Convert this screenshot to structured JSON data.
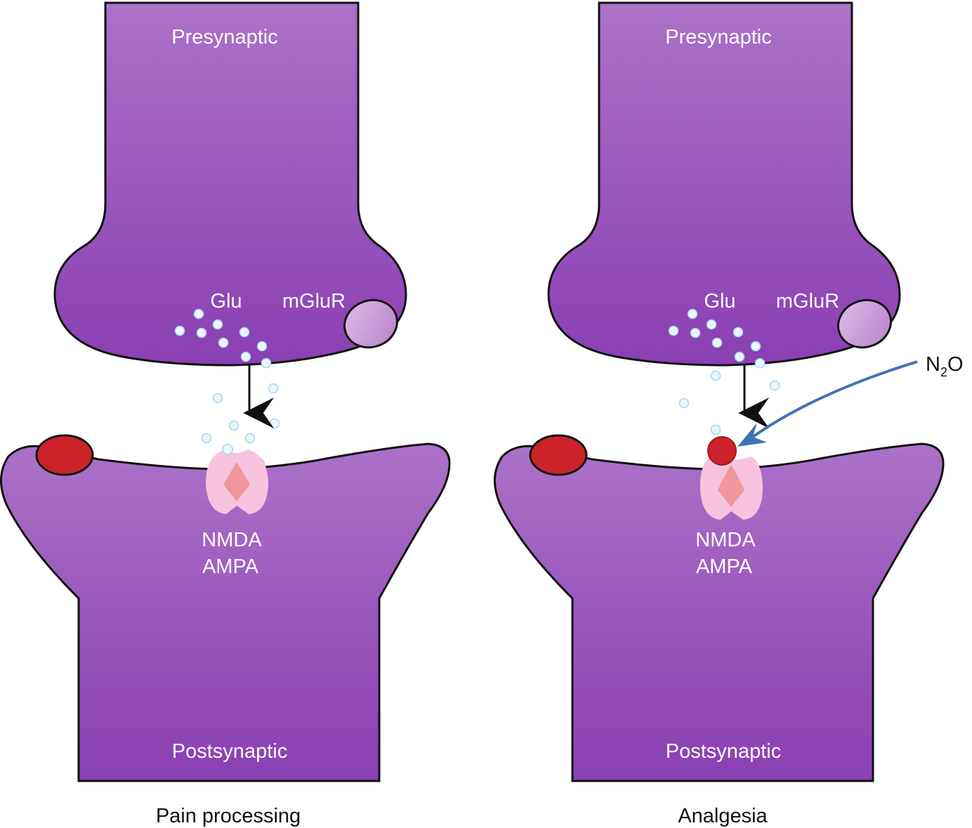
{
  "colors": {
    "neuron_light": "#ab72c8",
    "neuron_dark": "#8a3fb3",
    "outline": "#111111",
    "receptor_red": "#cc2229",
    "mglur_light": "#e0bde9",
    "mglur_dark": "#b482c8",
    "nmda_outer": "#f8c3de",
    "nmda_inner": "#f0969c",
    "vesicle_fill": "#eaf6fc",
    "vesicle_stroke": "#a8d4ec",
    "n2o_arrow": "#3e74b3",
    "label_white": "#ffffff",
    "label_dark": "#111111"
  },
  "panels": [
    {
      "id": "pain",
      "presynaptic_label": "Presynaptic",
      "glu_label": "Glu",
      "mglur_label": "mGluR",
      "receptor_label_1": "NMDA",
      "receptor_label_2": "AMPA",
      "postsynaptic_label": "Postsynaptic",
      "caption": "Pain processing",
      "n2o_bound": false
    },
    {
      "id": "analgesia",
      "presynaptic_label": "Presynaptic",
      "glu_label": "Glu",
      "mglur_label": "mGluR",
      "receptor_label_1": "NMDA",
      "receptor_label_2": "AMPA",
      "postsynaptic_label": "Postsynaptic",
      "caption": "Analgesia",
      "n2o_bound": true
    }
  ],
  "n2o": {
    "main": "N",
    "subscript": "2",
    "suffix": "O"
  }
}
